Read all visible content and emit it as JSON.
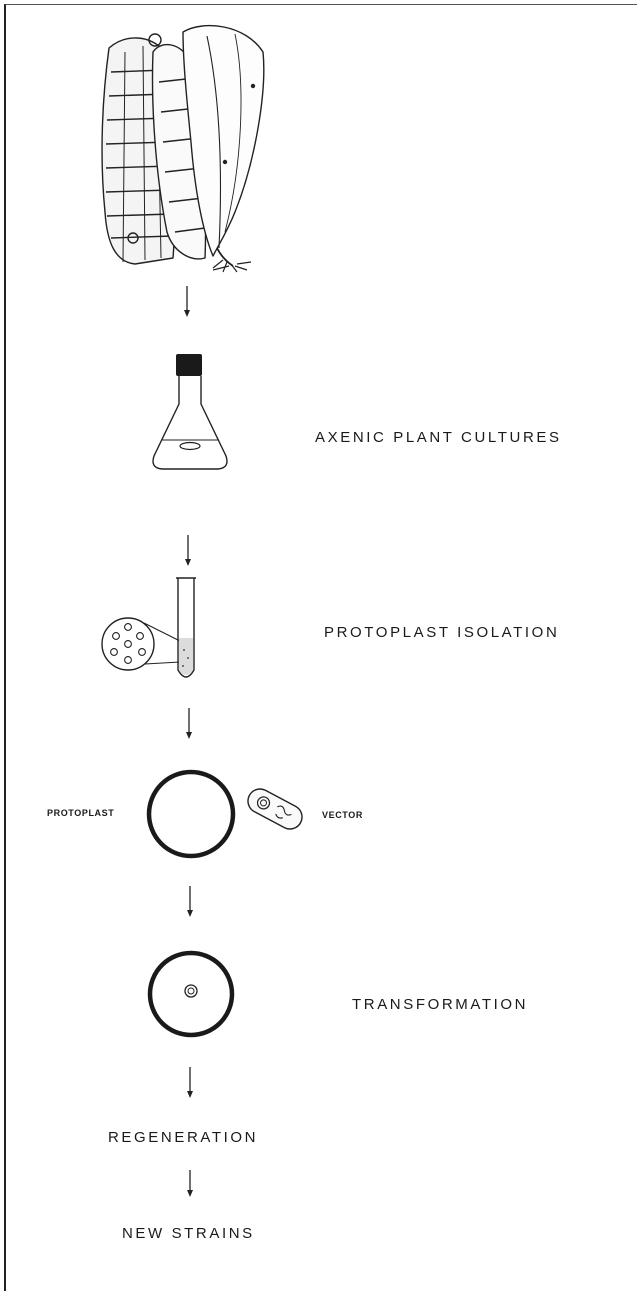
{
  "steps": {
    "axenic": "AXENIC PLANT CULTURES",
    "protoplast_isolation": "PROTOPLAST ISOLATION",
    "protoplast": "PROTOPLAST",
    "vector": "VECTOR",
    "transformation": "TRANSFORMATION",
    "regeneration": "REGENERATION",
    "new_strains": "NEW STRAINS"
  },
  "icons": {
    "seaweed": "seaweed-plant-illustration",
    "flask": "erlenmeyer-flask-icon",
    "test_tube": "test-tube-icon",
    "magnified_cells": "magnified-protoplasts-icon",
    "protoplast_cell": "protoplast-circle-icon",
    "vector_plasmid": "vector-plasmid-icon",
    "transformed_cell": "transformed-cell-icon",
    "arrow": "down-arrow-icon"
  }
}
